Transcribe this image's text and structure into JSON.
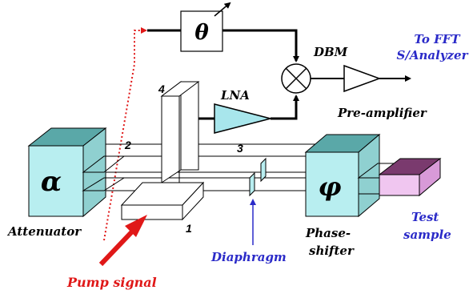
{
  "labels": {
    "theta": "θ",
    "dbm": "DBM",
    "to_fft_line1": "To FFT",
    "to_fft_line2": "S/Analyzer",
    "lna": "LNA",
    "pre_amplifier": "Pre-amplifier",
    "alpha": "α",
    "phi": "φ",
    "attenuator": "Attenuator",
    "phase_shifter_line1": "Phase-",
    "phase_shifter_line2": "shifter",
    "test_line1": "Test",
    "test_line2": "sample",
    "diaphragm": "Diaphragm",
    "pump_signal": "Pump signal",
    "port_1": "1",
    "port_2": "2",
    "port_3": "3",
    "port_4": "4"
  },
  "colors": {
    "box_fill": "#b8eef0",
    "box_top": "#5aa8a8",
    "lna_fill": "#a8e6ec",
    "test_sample_top": "#7a3a6e",
    "test_sample_front": "#f0c6f0",
    "blue_text": "#2a2ac8",
    "red": "#e01818",
    "black": "#000000"
  },
  "icons": {
    "mixer": "mixer-x-circle-icon",
    "preamp": "triangle-amplifier-icon",
    "lna": "triangle-amplifier-icon"
  }
}
